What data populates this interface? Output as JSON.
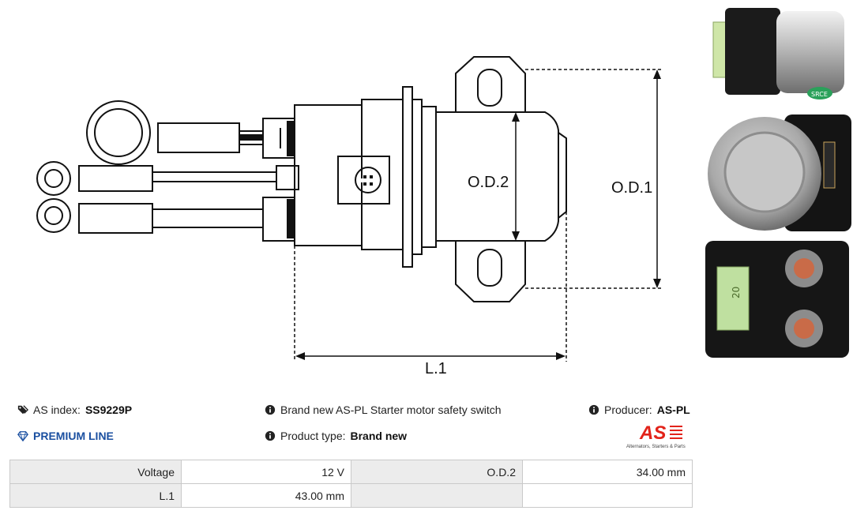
{
  "diagram": {
    "od1_label": "O.D.1",
    "od2_label": "O.D.2",
    "l1_label": "L.1"
  },
  "photos": {
    "fuse_label": "20",
    "sticker_text": "SRCE"
  },
  "info": {
    "as_index_label": "AS index:",
    "as_index_value": "SS9229P",
    "premium_label": "PREMIUM LINE",
    "description": "Brand new AS-PL Starter motor safety switch",
    "product_type_label": "Product type:",
    "product_type_value": "Brand new",
    "producer_label": "Producer:",
    "producer_value": "AS-PL"
  },
  "logo": {
    "mark": "AS",
    "tagline": "Alternators, Starters & Parts"
  },
  "specs": [
    [
      "Voltage",
      "12 V",
      "O.D.2",
      "34.00 mm"
    ],
    [
      "L.1",
      "43.00 mm",
      "",
      ""
    ]
  ],
  "colors": {
    "premium": "#1a4fa0",
    "brand_red": "#e2231a",
    "label_bg": "#ececec",
    "border": "#c9c9c9"
  }
}
